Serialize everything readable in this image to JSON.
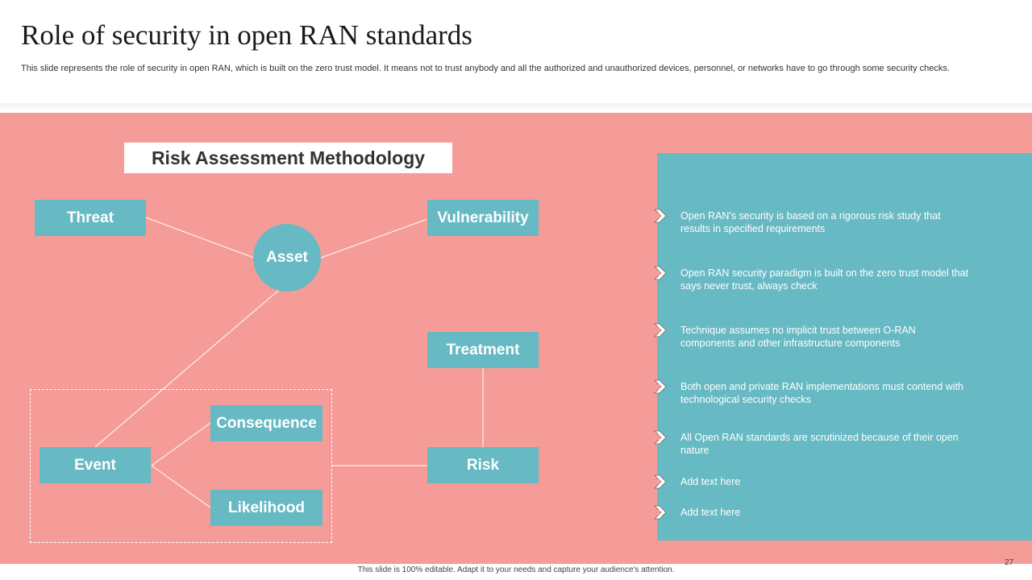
{
  "header": {
    "title": "Role of security in open RAN standards",
    "subtitle": "This slide represents the role of security in open RAN, which is built on the zero trust model. It means not to trust anybody and all the authorized and unauthorized devices, personnel, or networks have to go through some security checks."
  },
  "diagram": {
    "title": "Risk Assessment Methodology",
    "nodes": {
      "threat": "Threat",
      "vulnerability": "Vulnerability",
      "asset": "Asset",
      "treatment": "Treatment",
      "consequence": "Consequence",
      "event": "Event",
      "risk": "Risk",
      "likelihood": "Likelihood"
    }
  },
  "bullets": [
    "Open RAN's security is based on a rigorous risk study that results in specified requirements",
    "Open RAN security paradigm is built on the zero trust model that says never trust, always check",
    "Technique assumes no implicit trust between O-RAN components and other infrastructure components",
    "Both open and private RAN implementations must contend with technological security checks",
    "All Open RAN standards are scrutinized because of their open nature",
    "Add text here",
    "Add text here"
  ],
  "footer": {
    "note": "This slide is 100% editable. Adapt it to your needs and capture your audience's attention.",
    "page_number": "27"
  },
  "colors": {
    "panel_background": "#f69c98",
    "accent_teal": "#67b9c3",
    "marker_dot": "#f69c98"
  },
  "icons": {
    "bullet_marker": "chevron-dot-icon"
  }
}
